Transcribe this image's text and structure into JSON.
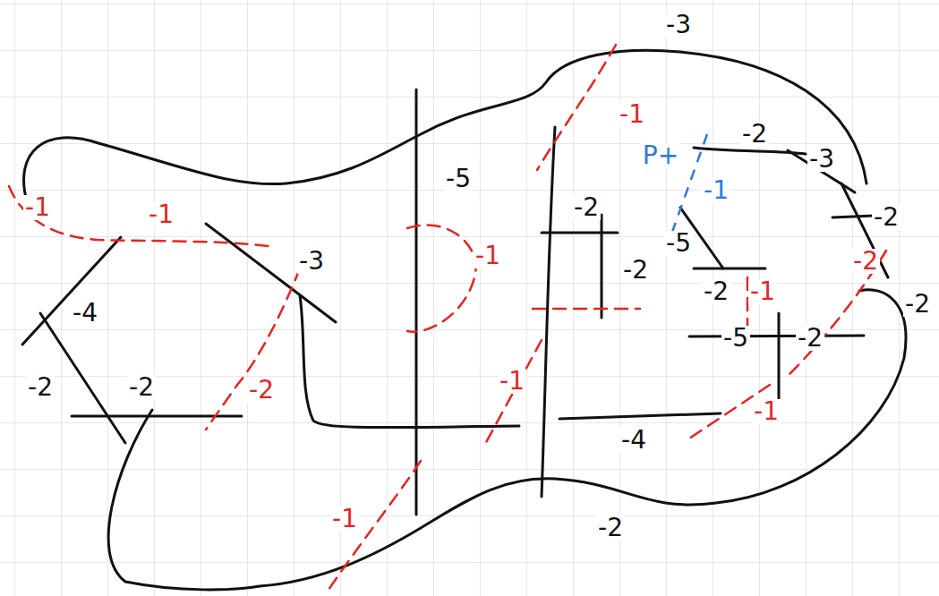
{
  "diagram": {
    "labels": [
      "-3",
      "-1",
      "-2",
      "-3",
      "P+",
      "-5",
      "-1",
      "-1",
      "-1",
      "-2",
      "-2",
      "-5",
      "-3",
      "-1",
      "-2",
      "-2",
      "-4",
      "-2",
      "-1",
      "-2",
      "-5",
      "-2",
      "-2",
      "-2",
      "-2",
      "-1",
      "-1",
      "-4",
      "-1",
      "-2"
    ]
  }
}
